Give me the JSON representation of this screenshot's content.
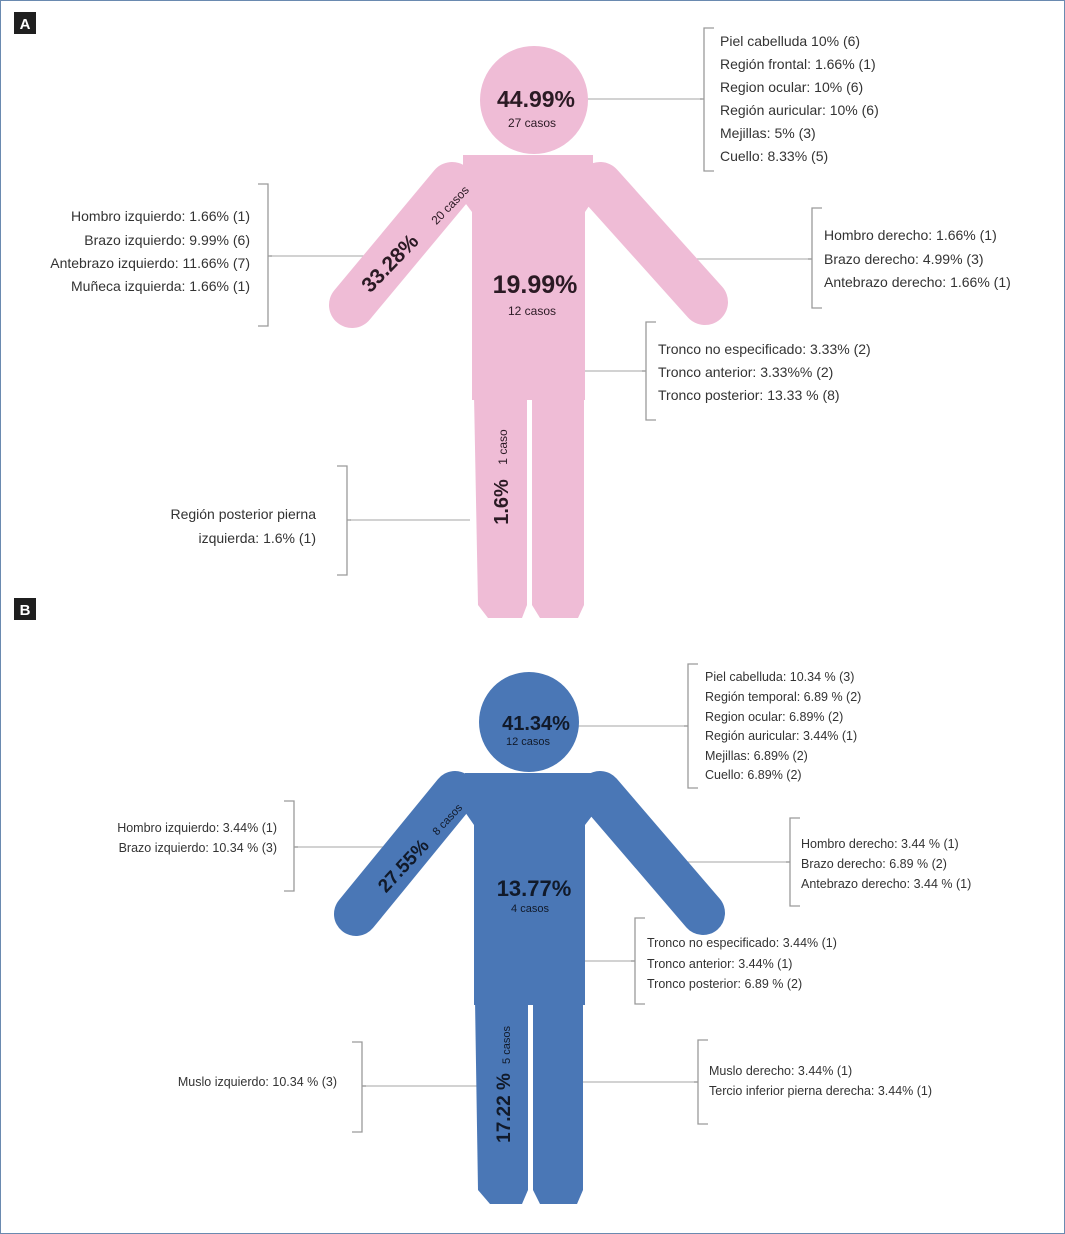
{
  "colors": {
    "panel_a_body": "#efbcd6",
    "panel_b_body": "#4a77b6",
    "panel_a_text": "#2b1a24",
    "panel_b_text": "#111a2a"
  },
  "panel_a": {
    "label": "A",
    "head": {
      "pct": "44.99%",
      "cases": "27 casos"
    },
    "left_arm": {
      "pct": "33.28%",
      "cases": "20 casos"
    },
    "trunk": {
      "pct": "19.99%",
      "cases": "12 casos"
    },
    "left_leg": {
      "pct": "1.6%",
      "cases": "1 caso"
    },
    "head_list": [
      "Piel cabelluda 10% (6)",
      "Región frontal:  1.66% (1)",
      "Region ocular: 10% (6)",
      "Región auricular: 10% (6)",
      "Mejillas: 5% (3)",
      "Cuello: 8.33% (5)"
    ],
    "left_arm_list": [
      "Hombro  izquierdo: 1.66% (1)",
      "Brazo izquierdo: 9.99% (6)",
      "Antebrazo izquierdo: 11.66% (7)",
      "Muñeca izquierda: 1.66% (1)"
    ],
    "right_arm_list": [
      "Hombro derecho: 1.66% (1)",
      "Brazo derecho:  4.99% (3)",
      "Antebrazo derecho: 1.66% (1)"
    ],
    "trunk_list": [
      "Tronco no especificado: 3.33% (2)",
      "Tronco anterior: 3.33%% (2)",
      "Tronco posterior: 13.33 % (8)"
    ],
    "left_leg_list": [
      "Región posterior pierna",
      "izquierda: 1.6% (1)"
    ]
  },
  "panel_b": {
    "label": "B",
    "head": {
      "pct": "41.34%",
      "cases": "12 casos"
    },
    "left_arm": {
      "pct": "27.55%",
      "cases": "8 casos"
    },
    "trunk": {
      "pct": "13.77%",
      "cases": "4 casos"
    },
    "left_leg": {
      "pct": "17.22 %",
      "cases": "5 casos"
    },
    "head_list": [
      "Piel cabelluda: 10.34 % (3)",
      "Región temporal: 6.89 % (2)",
      "Region ocular: 6.89% (2)",
      "Región auricular: 3.44% (1)",
      "Mejillas:  6.89% (2)",
      "Cuello: 6.89% (2)"
    ],
    "left_arm_list": [
      "Hombro  izquierdo: 3.44% (1)",
      "Brazo izquierdo:  10.34 % (3)"
    ],
    "right_arm_list": [
      "Hombro derecho: 3.44 % (1)",
      "Brazo derecho: 6.89 % (2)",
      "Antebrazo derecho: 3.44 % (1)"
    ],
    "trunk_list": [
      "Tronco no especificado: 3.44% (1)",
      "Tronco anterior: 3.44% (1)",
      "Tronco posterior: 6.89 % (2)"
    ],
    "left_leg_list": [
      "Muslo izquierdo: 10.34 % (3)"
    ],
    "right_leg_list": [
      "Muslo derecho: 3.44% (1)",
      "Tercio inferior pierna derecha: 3.44% (1)"
    ]
  }
}
